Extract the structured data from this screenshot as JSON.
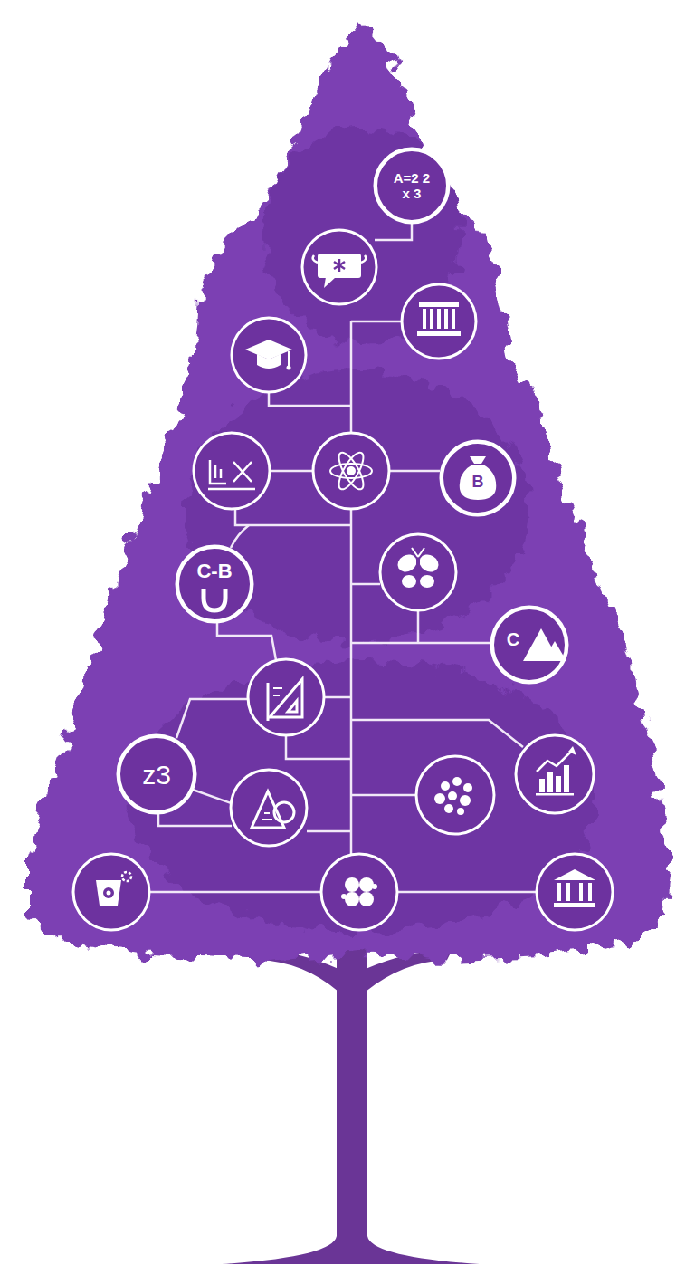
{
  "diagram": {
    "nodes": [
      {
        "text": [
          "A=2 2 x 3"
        ]
      },
      {
        "text": [
          "B"
        ]
      },
      {
        "text": [
          "C-B"
        ]
      },
      {
        "text": [
          "C"
        ]
      },
      {
        "text": [
          "z3"
        ]
      }
    ]
  }
}
